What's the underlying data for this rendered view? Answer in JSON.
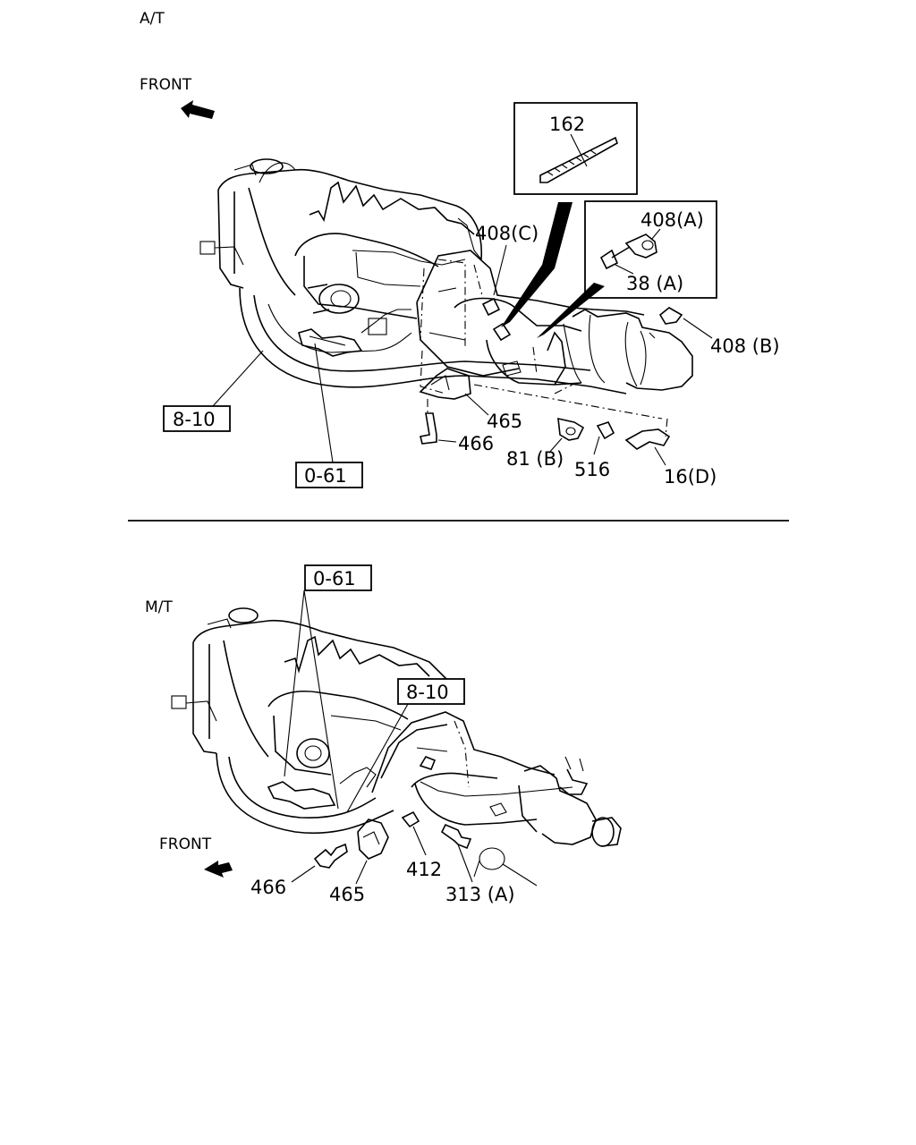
{
  "sections": {
    "at": {
      "variant_label": "A/T",
      "front_label": "FRONT",
      "labels": {
        "p162": "162",
        "p408a": "408(A)",
        "p38a": "38 (A)",
        "p408c": "408(C)",
        "p408b": "408 (B)",
        "p465": "465",
        "p466": "466",
        "p81b": "81 (B)",
        "p516": "516",
        "p16d": "16(D)",
        "ref810": "8-10",
        "ref061": "0-61"
      }
    },
    "mt": {
      "variant_label": "M/T",
      "front_label": "FRONT",
      "labels": {
        "ref061": "0-61",
        "ref810": "8-10",
        "p466": "466",
        "p465": "465",
        "p412": "412",
        "p313a": "313 (A)"
      }
    }
  }
}
